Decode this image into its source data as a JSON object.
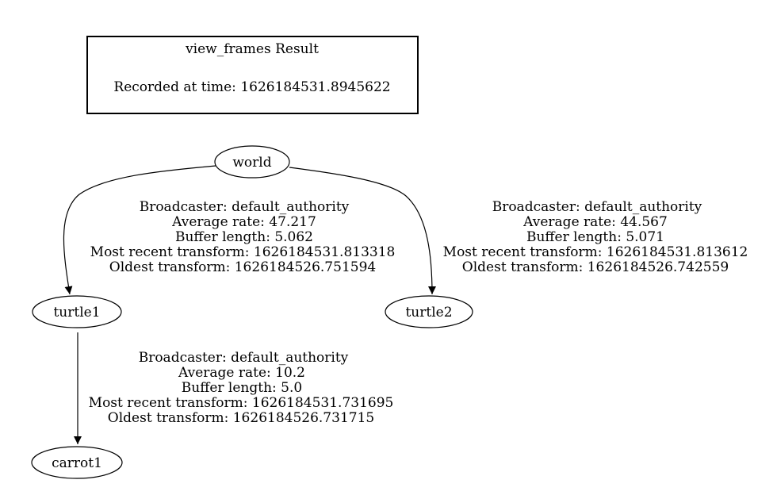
{
  "header": {
    "title": "view_frames Result",
    "recorded": "Recorded at time: 1626184531.8945622"
  },
  "frames": {
    "world": "world",
    "turtle1": "turtle1",
    "turtle2": "turtle2",
    "carrot1": "carrot1"
  },
  "edges": {
    "world_turtle1": {
      "broadcaster": "Broadcaster: default_authority",
      "rate": "Average rate: 47.217",
      "buffer": "Buffer length: 5.062",
      "recent": "Most recent transform: 1626184531.813318",
      "oldest": "Oldest transform: 1626184526.751594"
    },
    "world_turtle2": {
      "broadcaster": "Broadcaster: default_authority",
      "rate": "Average rate: 44.567",
      "buffer": "Buffer length: 5.071",
      "recent": "Most recent transform: 1626184531.813612",
      "oldest": "Oldest transform: 1626184526.742559"
    },
    "turtle1_carrot1": {
      "broadcaster": "Broadcaster: default_authority",
      "rate": "Average rate: 10.2",
      "buffer": "Buffer length: 5.0",
      "recent": "Most recent transform: 1626184531.731695",
      "oldest": "Oldest transform: 1626184526.731715"
    }
  },
  "colors": {
    "stroke": "#000000",
    "background": "#ffffff"
  }
}
